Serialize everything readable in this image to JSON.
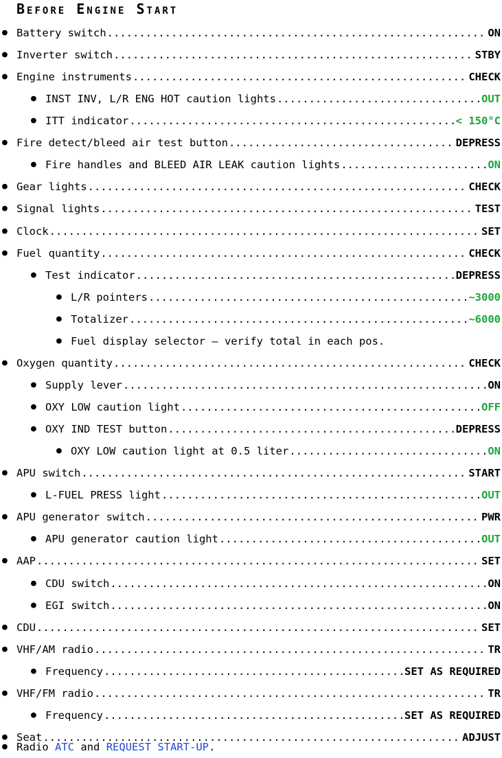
{
  "title": "Before Engine Start",
  "colors": {
    "text": "#000000",
    "value_green": "#1aa63a",
    "link_blue": "#1f47d6"
  },
  "items": [
    {
      "level": 0,
      "label": "Battery switch",
      "value": "ON",
      "value_color": "black"
    },
    {
      "level": 0,
      "label": "Inverter switch",
      "value": "STBY",
      "value_color": "black"
    },
    {
      "level": 0,
      "label": "Engine instruments",
      "value": "CHECK",
      "value_color": "black"
    },
    {
      "level": 1,
      "label": "INST INV, L/R ENG HOT caution lights",
      "value": "OUT",
      "value_color": "green"
    },
    {
      "level": 1,
      "label": "ITT indicator",
      "value": "< 150°C",
      "value_color": "green"
    },
    {
      "level": 0,
      "label": "Fire detect/bleed air test button",
      "value": "DEPRESS",
      "value_color": "black"
    },
    {
      "level": 1,
      "label": "Fire handles and BLEED AIR LEAK caution lights",
      "value": "ON",
      "value_color": "green"
    },
    {
      "level": 0,
      "label": "Gear lights",
      "value": "CHECK",
      "value_color": "black"
    },
    {
      "level": 0,
      "label": "Signal lights",
      "value": "TEST",
      "value_color": "black"
    },
    {
      "level": 0,
      "label": "Clock",
      "value": "SET",
      "value_color": "black"
    },
    {
      "level": 0,
      "label": "Fuel quantity",
      "value": "CHECK",
      "value_color": "black"
    },
    {
      "level": 1,
      "label": "Test indicator",
      "value": "DEPRESS",
      "value_color": "black"
    },
    {
      "level": 2,
      "label": "L/R pointers",
      "value": "~3000",
      "value_color": "green"
    },
    {
      "level": 2,
      "label": "Totalizer",
      "value": "~6000",
      "value_color": "green"
    },
    {
      "level": 2,
      "label": "Fuel display selector – verify total in each pos.",
      "value": "",
      "value_color": "black",
      "no_dots": true
    },
    {
      "level": 0,
      "label": "Oxygen quantity",
      "value": "CHECK",
      "value_color": "black"
    },
    {
      "level": 1,
      "label": "Supply lever",
      "value": "ON",
      "value_color": "black"
    },
    {
      "level": 1,
      "label": "OXY LOW caution light",
      "value": "OFF",
      "value_color": "green"
    },
    {
      "level": 1,
      "label": "OXY IND TEST button",
      "value": "DEPRESS",
      "value_color": "black"
    },
    {
      "level": 2,
      "label": "OXY LOW caution light at 0.5 liter",
      "value": "ON",
      "value_color": "green"
    },
    {
      "level": 0,
      "label": "APU switch",
      "value": "START",
      "value_color": "black"
    },
    {
      "level": 1,
      "label": "L-FUEL PRESS light",
      "value": "OUT",
      "value_color": "green"
    },
    {
      "level": 0,
      "label": "APU generator switch",
      "value": "PWR",
      "value_color": "black"
    },
    {
      "level": 1,
      "label": "APU generator caution light",
      "value": "OUT",
      "value_color": "green"
    },
    {
      "level": 0,
      "label": "AAP",
      "value": "SET",
      "value_color": "black"
    },
    {
      "level": 1,
      "label": "CDU switch",
      "value": "ON",
      "value_color": "black"
    },
    {
      "level": 1,
      "label": "EGI switch",
      "value": "ON",
      "value_color": "black"
    },
    {
      "level": 0,
      "label": "CDU",
      "value": "SET",
      "value_color": "black"
    },
    {
      "level": 0,
      "label": "VHF/AM radio",
      "value": "TR",
      "value_color": "black"
    },
    {
      "level": 1,
      "label": "Frequency",
      "value": "SET AS REQUIRED",
      "value_color": "black"
    },
    {
      "level": 0,
      "label": "VHF/FM radio",
      "value": "TR",
      "value_color": "black"
    },
    {
      "level": 1,
      "label": "Frequency",
      "value": "SET AS REQUIRED",
      "value_color": "black"
    },
    {
      "level": 0,
      "label": "Seat",
      "value": "ADJUST",
      "value_color": "black"
    }
  ],
  "last_item": {
    "prefix": "Radio",
    "atc": "ATC",
    "middle": "and",
    "request": "REQUEST START-UP",
    "suffix": "."
  }
}
